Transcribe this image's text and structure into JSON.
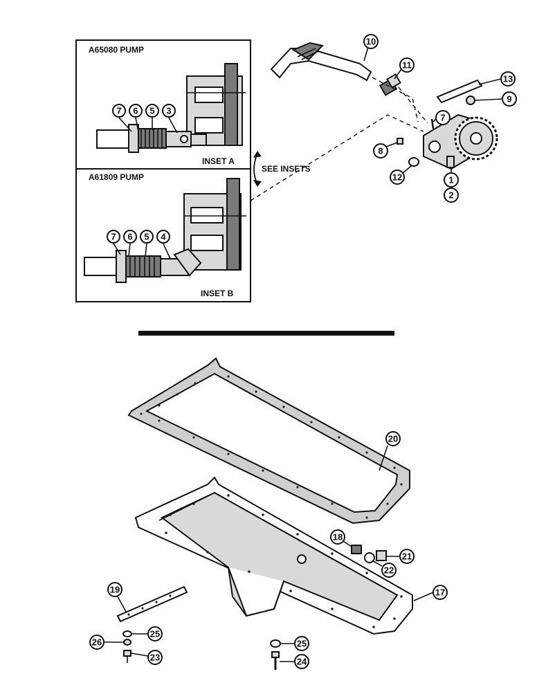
{
  "insets": {
    "a_title": "A65080 PUMP",
    "a_label": "INSET A",
    "b_title": "A61809 PUMP",
    "b_label": "INSET B",
    "see_insets": "SEE INSETS"
  },
  "callouts": {
    "inset_a": [
      "7",
      "6",
      "5",
      "3"
    ],
    "inset_b": [
      "7",
      "6",
      "5",
      "4"
    ],
    "pump": [
      "10",
      "11",
      "13",
      "7",
      "9",
      "8",
      "12",
      "1",
      "2"
    ],
    "pan": [
      "20",
      "18",
      "21",
      "22",
      "17",
      "19",
      "25",
      "26",
      "23",
      "25",
      "24"
    ]
  }
}
